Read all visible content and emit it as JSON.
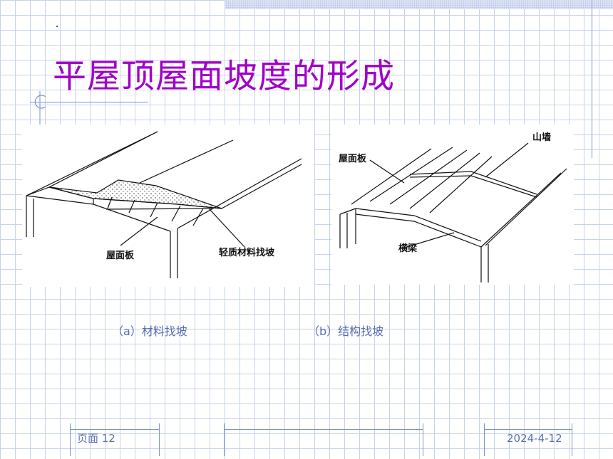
{
  "slide": {
    "title": "平屋顶屋面坡度的形成",
    "title_color": "#a000c8"
  },
  "figure_a": {
    "labels": {
      "roof_board": "屋面板",
      "light_material_slope": "轻质材料找坡"
    },
    "caption": "（a）材料找坡"
  },
  "figure_b": {
    "labels": {
      "gable_wall": "山墙",
      "roof_board": "屋面板",
      "cross_beam": "横梁"
    },
    "caption": "（b）结构找坡"
  },
  "footer": {
    "page": "页面 12",
    "date": "2024-4-12"
  },
  "colors": {
    "grid": "#c7d3ea",
    "accent_line": "#7b93cf",
    "caption_text": "#5a6fb0"
  }
}
